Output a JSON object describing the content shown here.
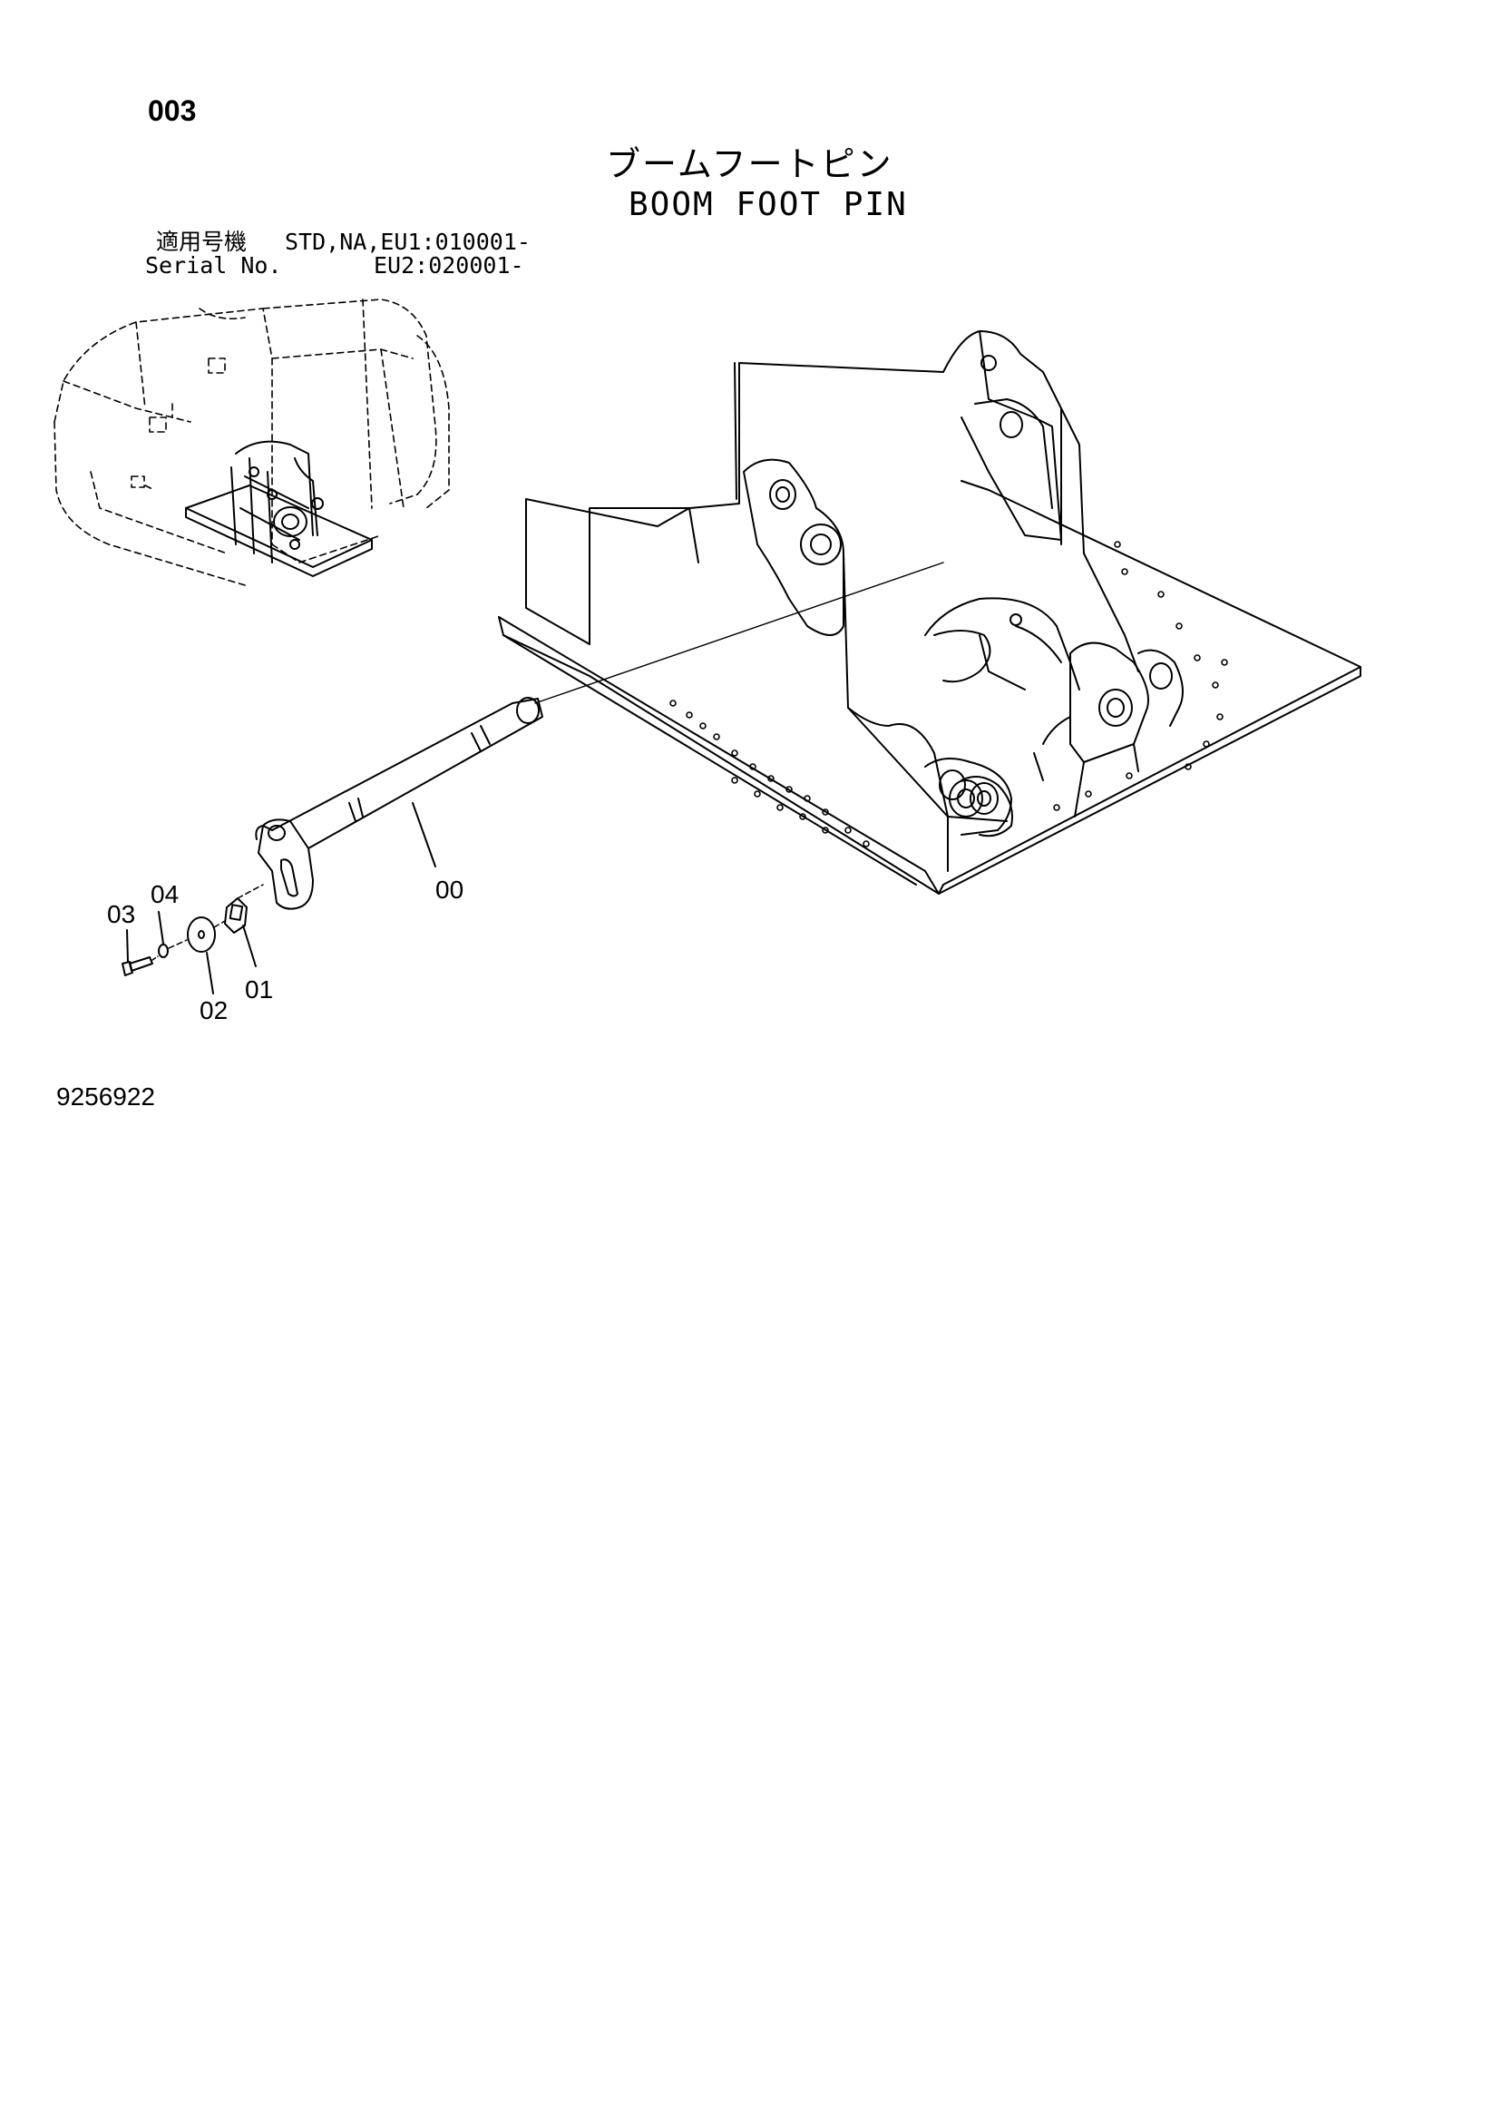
{
  "header": {
    "page_number": "003",
    "title_jp": "ブームフートピン",
    "title_en": "BOOM FOOT PIN"
  },
  "serial": {
    "label_jp": "適用号機",
    "label_en": "Serial No.",
    "value_line1": "STD,NA,EU1:010001-",
    "value_line2": "EU2:020001-"
  },
  "callouts": {
    "part_00": "00",
    "part_01": "01",
    "part_02": "02",
    "part_03": "03",
    "part_04": "04"
  },
  "footer": {
    "drawing_number": "9256922"
  }
}
